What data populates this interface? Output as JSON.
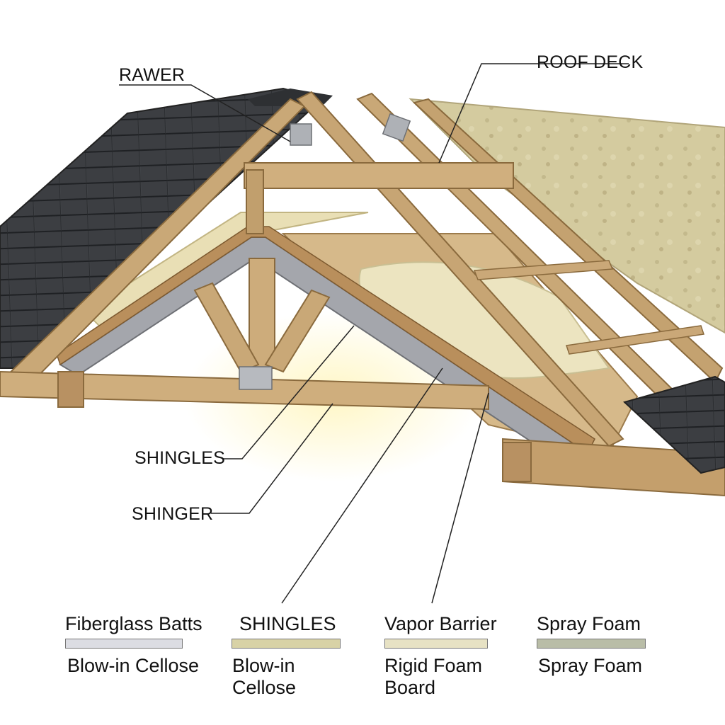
{
  "callouts": {
    "rawer": "RAWER",
    "roof_deck": "ROOF DECK",
    "shingles": "SHINGLES",
    "shinger": "SHINGER"
  },
  "legend": [
    {
      "top_label": "Fiberglass Batts",
      "bottom_label": "Blow-in Cellose",
      "swatch_color": "#dcdde3"
    },
    {
      "top_label": "SHINGLES",
      "bottom_label": "Blow-in Cellose",
      "swatch_color": "#d8d2a6"
    },
    {
      "top_label": "Vapor Barrier",
      "bottom_label": "Rigid Foam Board",
      "swatch_color": "#e7e2c4"
    },
    {
      "top_label": "Spray Foam",
      "bottom_label": "Spray Foam",
      "swatch_color": "#b9bda7"
    }
  ],
  "colors": {
    "shingle": "#3f4144",
    "timber": "#c9a877",
    "insulation": "#e6dcb0",
    "sheathing": "#cfc59a",
    "foil": "#9ea0a6"
  }
}
